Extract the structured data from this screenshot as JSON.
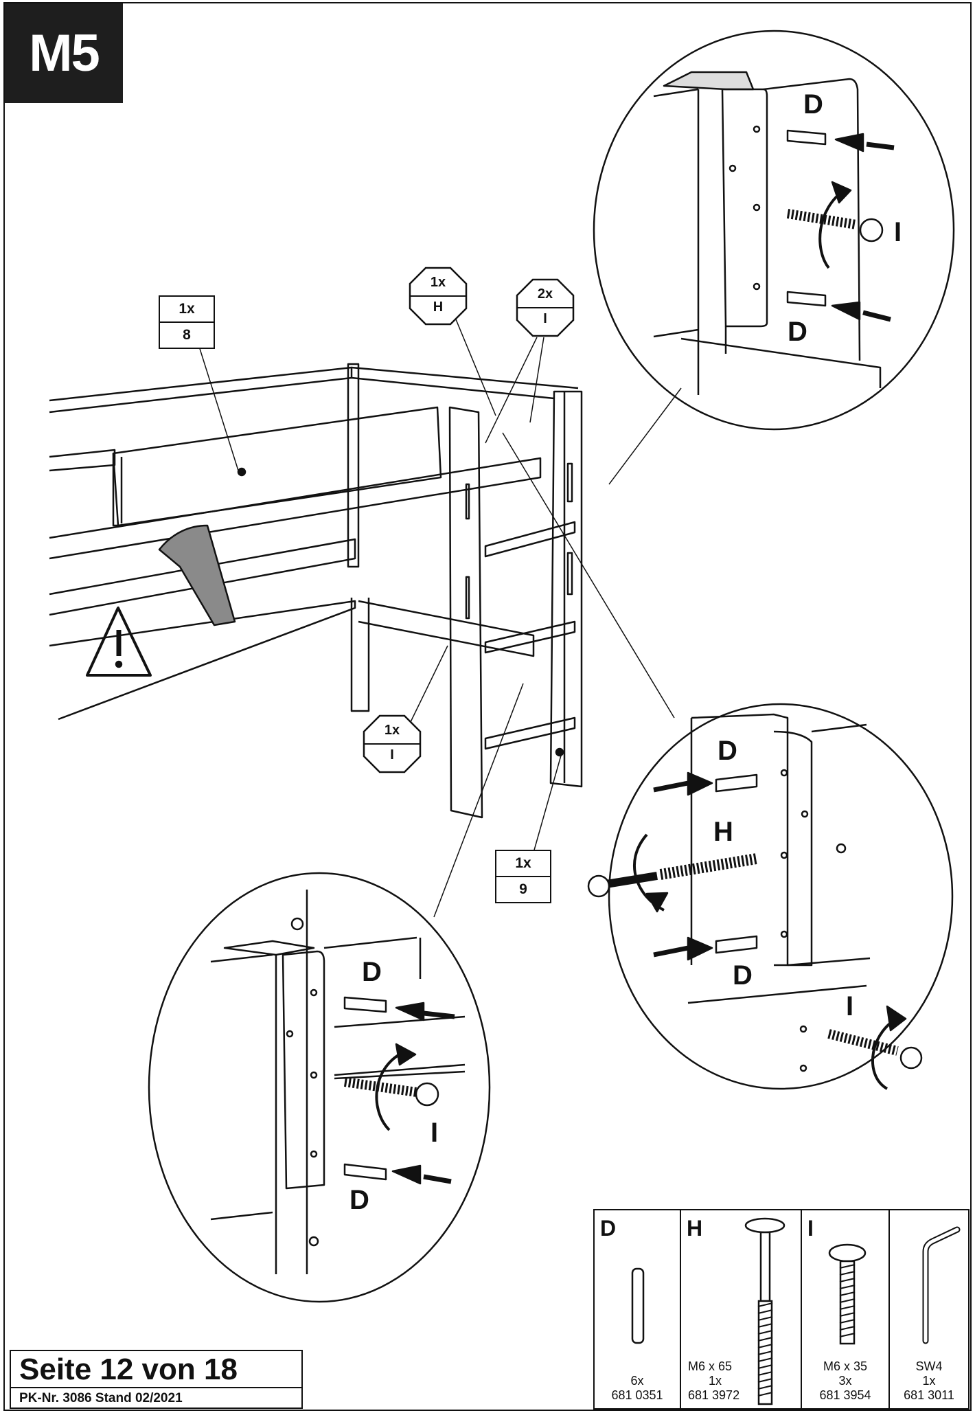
{
  "step": "M5",
  "assembly": {
    "panel_8": {
      "qty": "1x",
      "part": "8"
    },
    "ladder_9": {
      "qty": "1x",
      "part": "9"
    },
    "callout_H": {
      "qty": "1x",
      "part": "H"
    },
    "callout_I_top": {
      "qty": "2x",
      "part": "I"
    },
    "callout_I_low": {
      "qty": "1x",
      "part": "I"
    }
  },
  "detail_top_right": {
    "dowel_top": "D",
    "bolt": "I",
    "dowel_bottom": "D"
  },
  "detail_mid_right": {
    "dowel_top": "D",
    "bolt_long": "H",
    "dowel_bottom": "D",
    "bolt_lower": "I"
  },
  "detail_bottom_left": {
    "dowel_top": "D",
    "bolt": "I",
    "dowel_bottom": "D"
  },
  "parts": [
    {
      "letter": "D",
      "spec": "",
      "qty": "6x",
      "article": "681 0351",
      "icon": "dowel-icon"
    },
    {
      "letter": "H",
      "spec": "M6 x 65",
      "qty": "1x",
      "article": "681 3972",
      "icon": "long-bolt-icon"
    },
    {
      "letter": "I",
      "spec": "M6 x 35",
      "qty": "3x",
      "article": "681 3954",
      "icon": "short-bolt-icon"
    },
    {
      "letter": "",
      "spec": "SW4",
      "qty": "1x",
      "article": "681 3011",
      "icon": "allen-key-icon"
    }
  ],
  "footer": {
    "page": "Seite 12 von 18",
    "doc_info": "PK-Nr. 3086   Stand 02/2021"
  }
}
